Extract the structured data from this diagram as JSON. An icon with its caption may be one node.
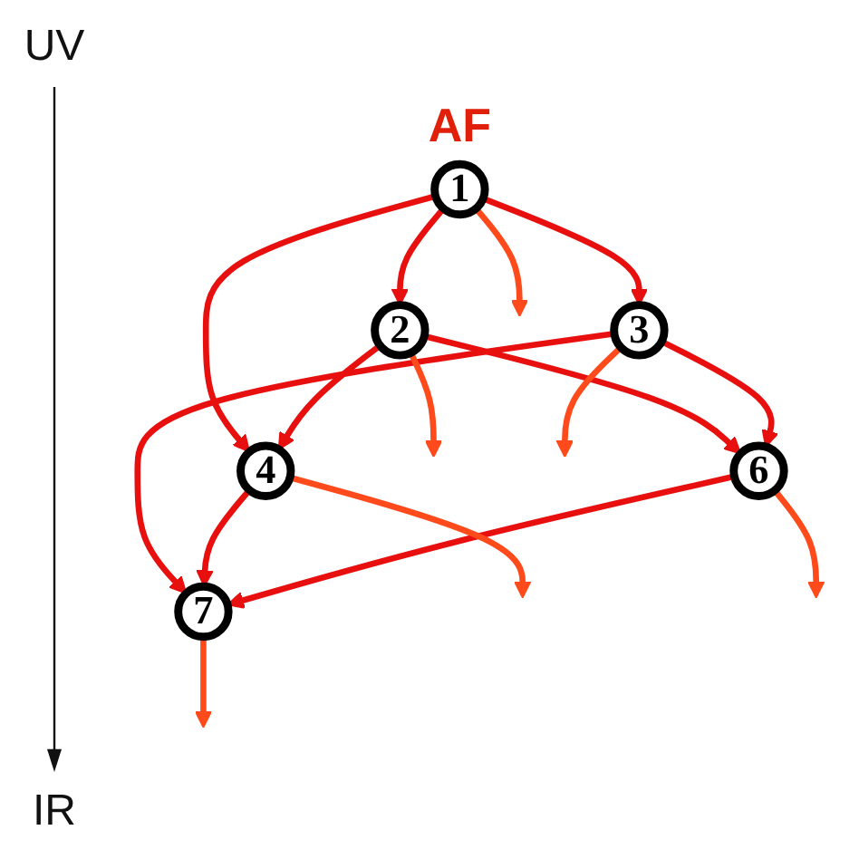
{
  "diagram": {
    "nodes": [
      {
        "text": [
          "1"
        ],
        "beside": [
          "AF"
        ]
      },
      {
        "text": [
          "2"
        ]
      },
      {
        "text": [
          "3"
        ]
      },
      {
        "text": [
          "4"
        ]
      },
      {
        "text": [
          "6"
        ]
      },
      {
        "text": [
          "7"
        ]
      }
    ],
    "edges": [
      {
        "from": 0,
        "to": 1,
        "arrow": "to"
      },
      {
        "from": 0,
        "to": 2,
        "arrow": "to"
      },
      {
        "from": 0,
        "to": 3,
        "arrow": "to"
      },
      {
        "from": 1,
        "to": 3,
        "arrow": "to"
      },
      {
        "from": 1,
        "to": 4,
        "arrow": "to"
      },
      {
        "from": 2,
        "to": 4,
        "arrow": "to"
      },
      {
        "from": 2,
        "to": 5,
        "arrow": "to"
      },
      {
        "from": 3,
        "to": 5,
        "arrow": "to"
      },
      {
        "from": 4,
        "to": 5,
        "arrow": "to"
      },
      {
        "from": 0,
        "to": null,
        "arrow": "to",
        "color": "#ff4a1c"
      },
      {
        "from": 1,
        "to": null,
        "arrow": "to",
        "color": "#ff4a1c"
      },
      {
        "from": 2,
        "to": null,
        "arrow": "to",
        "color": "#ff4a1c"
      },
      {
        "from": 3,
        "to": null,
        "arrow": "to",
        "color": "#ff4a1c"
      },
      {
        "from": 4,
        "to": null,
        "arrow": "to",
        "color": "#ff4a1c"
      },
      {
        "from": 5,
        "to": null,
        "arrow": "to",
        "color": "#ff4a1c"
      }
    ],
    "labels": [
      "UV",
      "IR"
    ]
  }
}
